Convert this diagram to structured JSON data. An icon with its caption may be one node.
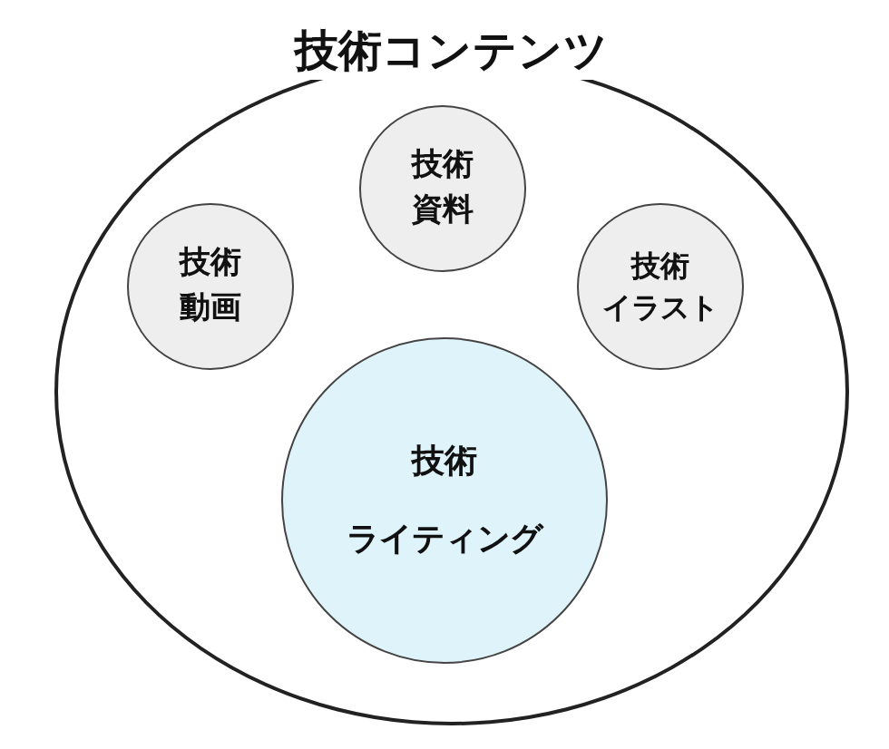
{
  "diagram": {
    "nodes": [
      {
        "text": [
          "技術コンテンツ"
        ]
      },
      {
        "text": [
          "技術資料"
        ],
        "in": 0
      },
      {
        "text": [
          "技術動画"
        ],
        "in": 0
      },
      {
        "text": [
          "技術イラスト"
        ],
        "in": 0
      },
      {
        "text": [
          "技術ライティング"
        ],
        "in": 0
      }
    ],
    "edges": []
  }
}
